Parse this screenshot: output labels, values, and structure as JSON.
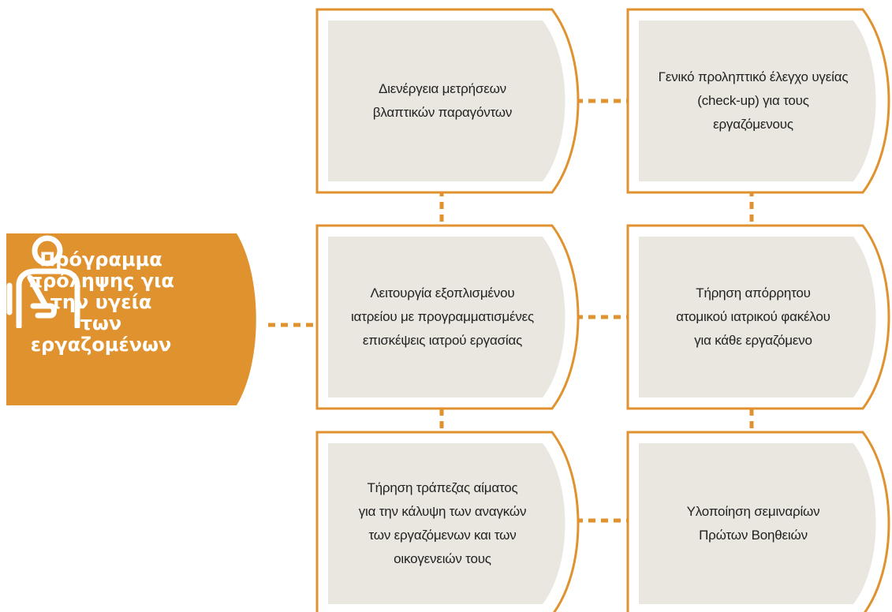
{
  "colors": {
    "accent": "#E0922F",
    "card_fill": "#EAE7E0",
    "text": "#222222",
    "background": "#FFFFFF"
  },
  "hub": {
    "title": "Πρόγραμμα\nπρόληψης για\nτην υγεία\nτων\nεργαζομένων",
    "icon": "injured-worker-icon"
  },
  "cards": [
    {
      "id": "measurements",
      "text": "Διενέργεια μετρήσεων\nβλαπτικών παραγόντων"
    },
    {
      "id": "checkup",
      "text": "Γενικό προληπτικό έλεγχο υγείας\n(check-up) για τους\nεργαζόμενους"
    },
    {
      "id": "clinic",
      "text": "Λειτουργία εξοπλισμένου\nιατρείου με προγραμματισμένες\nεπισκέψεις ιατρού εργασίας"
    },
    {
      "id": "records",
      "text": "Τήρηση απόρρητου\nατομικού ιατρικού φακέλου\nγια κάθε εργαζόμενο"
    },
    {
      "id": "blood-bank",
      "text": "Τήρηση τράπεζας αίματος\nγια την κάλυψη των αναγκών\nτων εργαζόμενων και των\nοικογενειών τους"
    },
    {
      "id": "first-aid",
      "text": "Υλοποίηση σεμιναρίων\nΠρώτων Βοηθειών"
    }
  ]
}
